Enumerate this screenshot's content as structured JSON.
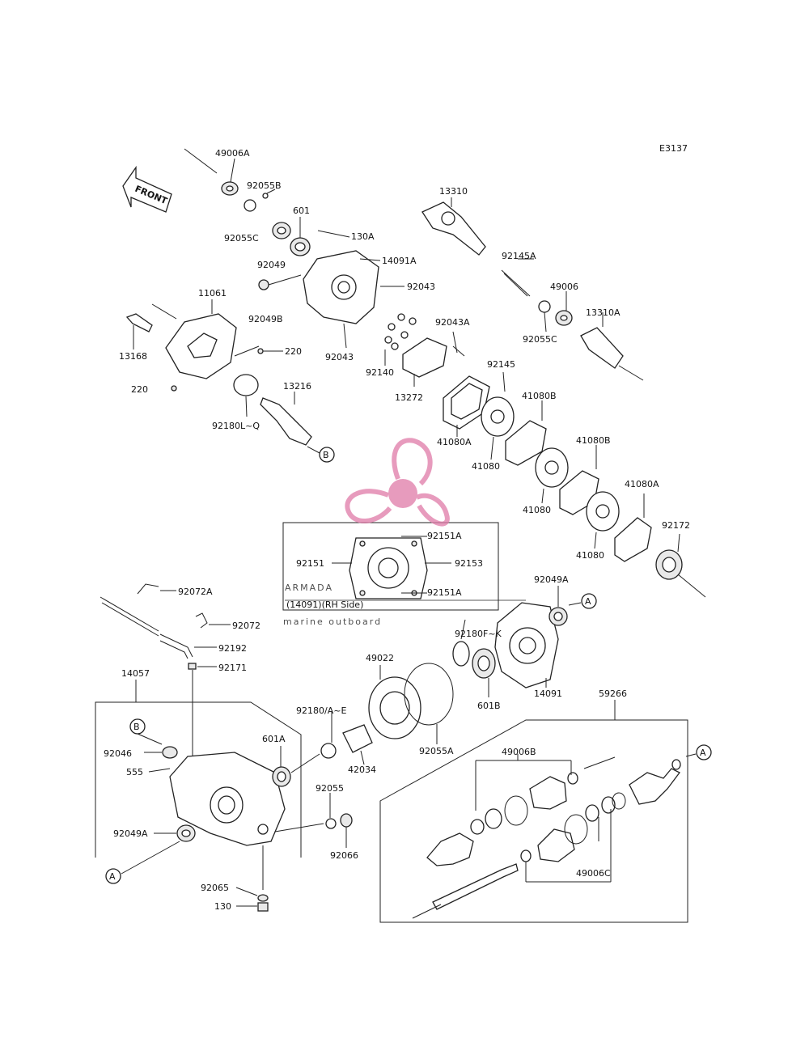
{
  "diagram_code": "E3137",
  "front_label": "FRONT",
  "inset_caption": "(14091)(RH Side)",
  "watermark": {
    "title": "ARMADA",
    "subtitle": "marine outboard",
    "color": "#e07aa8",
    "text_color": "#555555"
  },
  "parts": {
    "p49006A": "49006A",
    "p92055B": "92055B",
    "p92055C": "92055C",
    "p601": "601",
    "p130A": "130A",
    "p92049": "92049",
    "p14091A": "14091A",
    "p92043a": "92043",
    "p92049B": "92049B",
    "p11061": "11061",
    "p13168": "13168",
    "p220a": "220",
    "p220b": "220",
    "p92043b": "92043",
    "p13310": "13310",
    "p92145A": "92145A",
    "p49006": "49006",
    "p13310A": "13310A",
    "p92055Cb": "92055C",
    "p92043A": "92043A",
    "p92145": "92145",
    "p92140": "92140",
    "p13272": "13272",
    "p13216": "13216",
    "p92180LQ": "92180L~Q",
    "pB1": "B",
    "p41080B1": "41080B",
    "p41080A1": "41080A",
    "p41080a": "41080",
    "p41080B2": "41080B",
    "p41080b": "41080",
    "p41080A2": "41080A",
    "p41080c": "41080",
    "p92172": "92172",
    "p92151Aa": "92151A",
    "p92151": "92151",
    "p92153": "92153",
    "p92151Ab": "92151A",
    "p92049A1": "92049A",
    "pA1": "A",
    "p92072A": "92072A",
    "p92072": "92072",
    "p92192": "92192",
    "p92171": "92171",
    "p14057": "14057",
    "p92180FK": "92180F~K",
    "p49022": "49022",
    "p14091": "14091",
    "p601B": "601B",
    "p59266": "59266",
    "p92180AE": "92180/A~E",
    "pB2": "B",
    "p92046": "92046",
    "p555": "555",
    "p601A": "601A",
    "p42034": "42034",
    "p92055A": "92055A",
    "p92055": "92055",
    "p92049A2": "92049A",
    "p92066": "92066",
    "pA2": "A",
    "p92065": "92065",
    "p130": "130",
    "p49006B": "49006B",
    "pA3": "A",
    "p49006C": "49006C"
  }
}
